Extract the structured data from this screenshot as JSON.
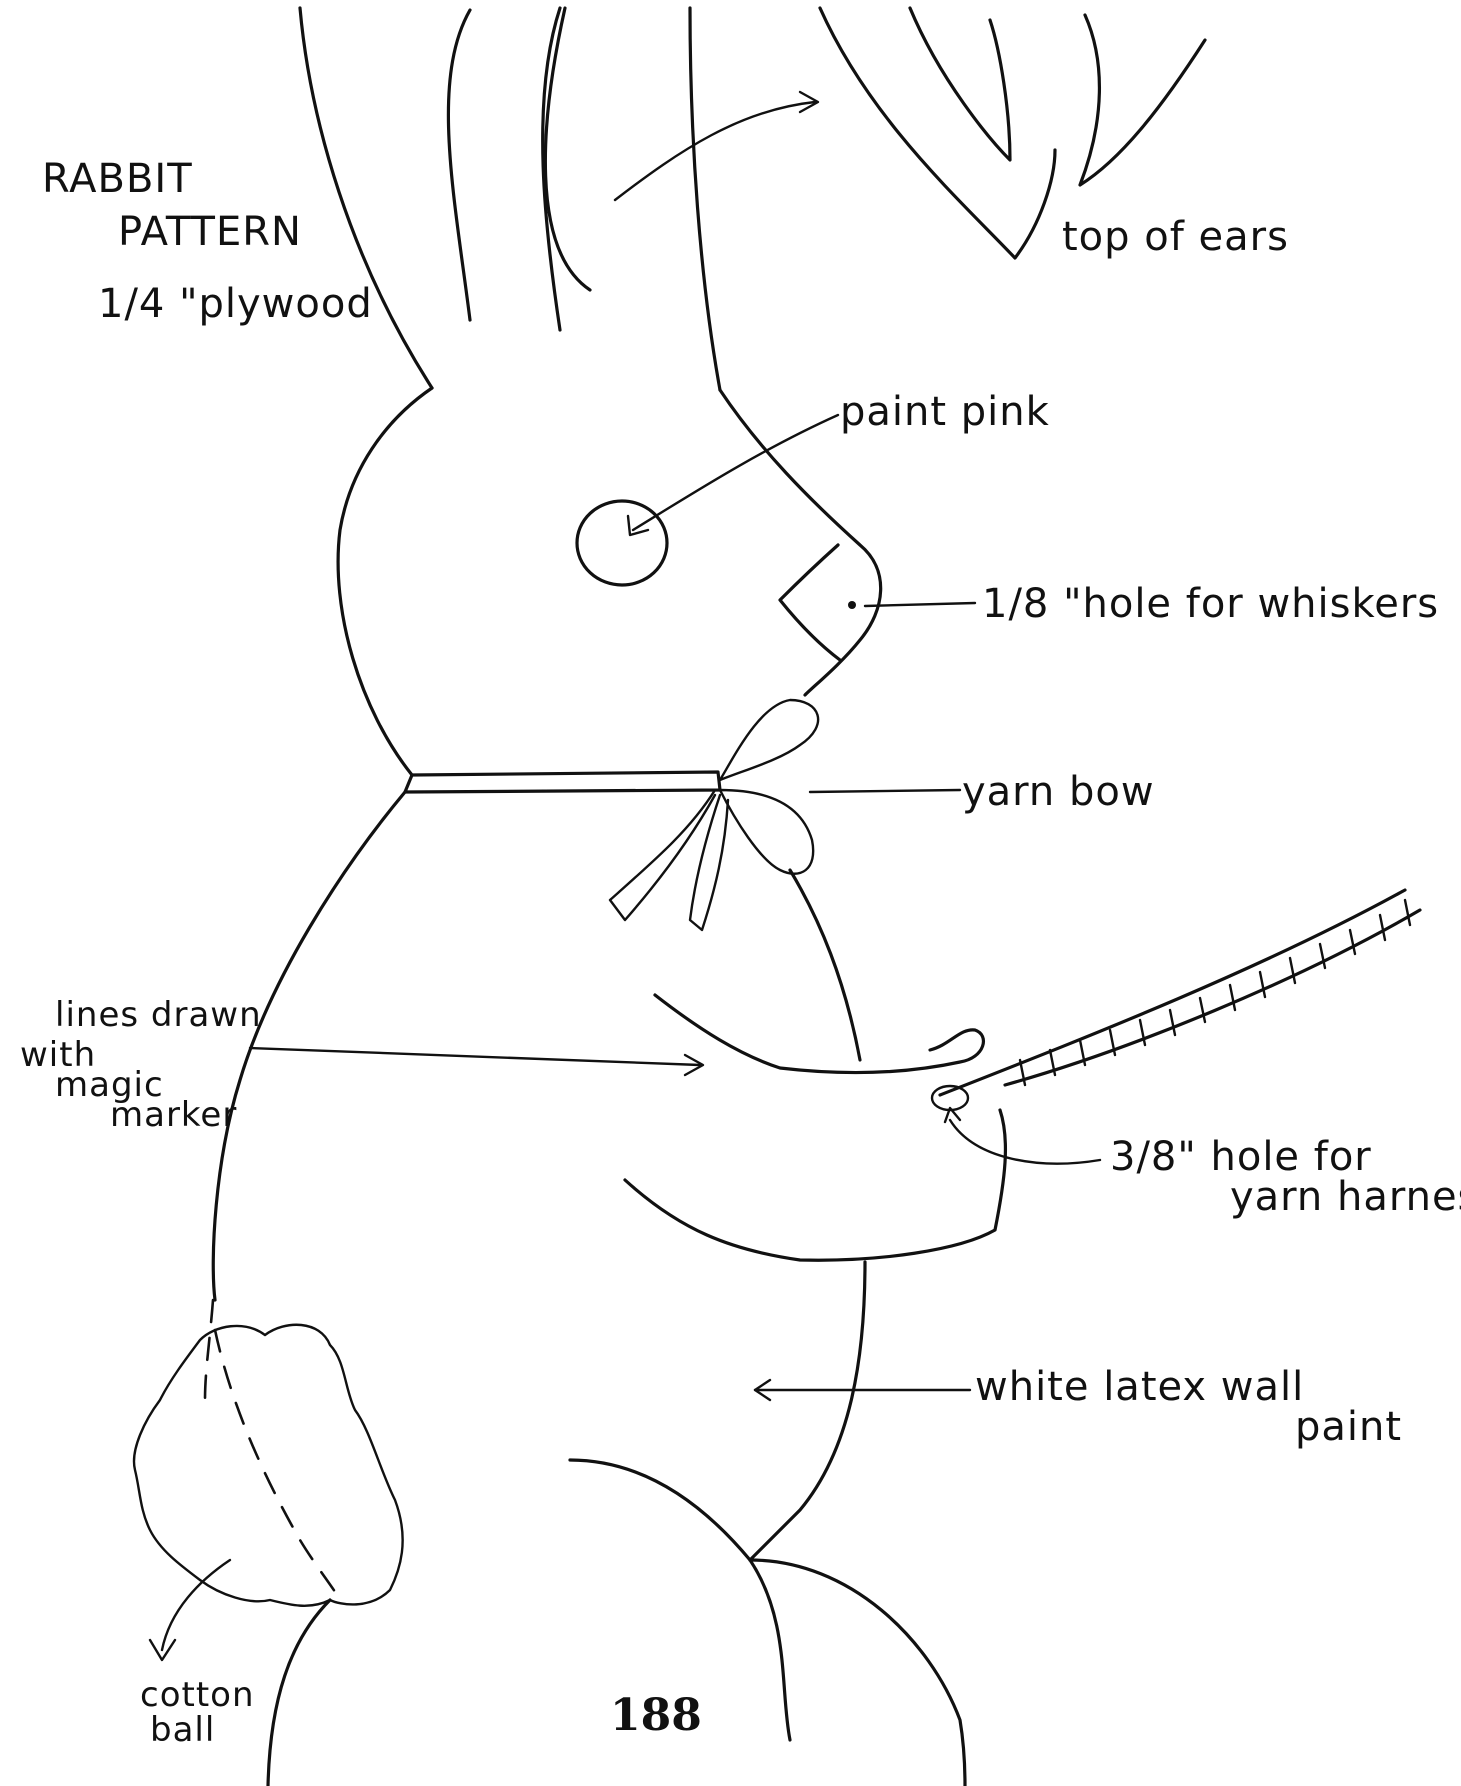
{
  "title": {
    "line1": "RABBIT",
    "line2": "PATTERN",
    "line3": "1/4 \"plywood"
  },
  "labels": {
    "top_ears": "top of ears",
    "paint_pink": "paint pink",
    "whiskers_hole": "1/8 \"hole for whiskers",
    "yarn_bow": "yarn bow",
    "lines_drawn": [
      "lines drawn",
      "with",
      "magic",
      "marker"
    ],
    "harness_hole": [
      "3/8\" hole for",
      "yarn harness"
    ],
    "wall_paint": [
      "white latex wall",
      "paint"
    ],
    "cotton_ball": [
      "cotton",
      "ball"
    ]
  },
  "page_number": "188"
}
